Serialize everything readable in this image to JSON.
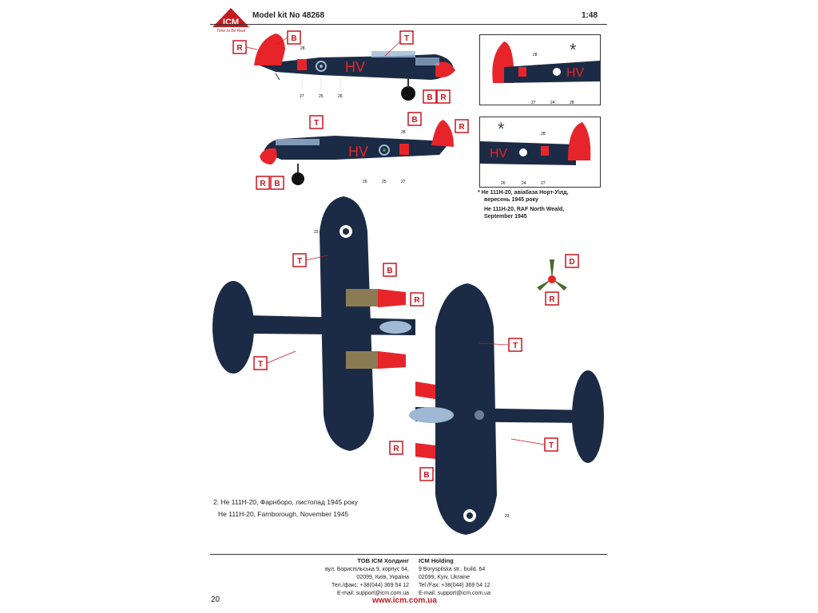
{
  "header": {
    "logo_text": "ICM",
    "logo_tagline": "Time to Be Real",
    "kit_label": "Model kit No 48268",
    "scale": "1:48"
  },
  "color_codes": {
    "T": "T",
    "B": "B",
    "R": "R",
    "D": "D"
  },
  "stencil_numbers": {
    "n23": "23",
    "n24": "24",
    "n25": "25",
    "n26": "26",
    "n27": "27",
    "n28": "28"
  },
  "aircraft_code": "HV",
  "asterisk": "*",
  "inset_note": {
    "line1_ua": "He 111H-20, авіабаза Норт-Уілд,",
    "line2_ua": "вересень 1945 року",
    "line1_en": "He 111H-20, RAF North Weald,",
    "line2_en": "September 1945"
  },
  "caption": {
    "ua": "2. He 111H-20, Фарнборо, листопад 1945 року",
    "en": "He 111H-20, Farnborough, November 1945"
  },
  "footer": {
    "ua_company": "ТОВ ICM Холдинг",
    "ua_addr1": "вул. Бориспільська 9, корпус 64,",
    "ua_addr2": "02099, Київ, Україна",
    "ua_tel": "Тел./факс: +38(044) 369 54 12",
    "ua_email": "E-mail: support@icm.com.ua",
    "en_company": "ICM Holding",
    "en_addr1": "9 Boryspilska str., build. 64",
    "en_addr2": "02099, Kyiv, Ukraine",
    "en_tel": "Tel./Fax: +38(044) 369 54 12",
    "en_email": "E-mail: support@icm.com.ua",
    "url": "www.icm.com.ua"
  },
  "page_number": "20",
  "colors": {
    "navy": "#1c2b45",
    "red": "#e8242b",
    "callout": "#c8171e",
    "glass": "#9fb8d4",
    "olive": "#8a7b55"
  }
}
